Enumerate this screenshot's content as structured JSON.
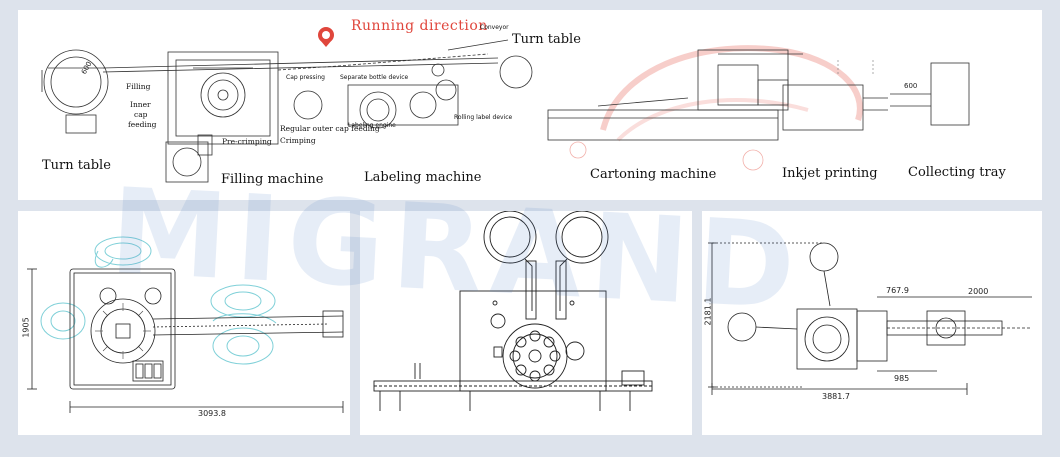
{
  "top": {
    "running_direction": "Running direction",
    "conveyor": "Conveyor",
    "turn_table_top": "Turn table",
    "filling": "Filling",
    "inner_cap": "Inner",
    "inner_cap2": "cap",
    "inner_cap3": "feeding",
    "cap_pressing": "Cap pressing",
    "separate_bottle": "Separate bottle device",
    "labeling_engine": "Labeling engine",
    "rolling_label": "Rolling label device",
    "regular_outer_cap": "Regular outer cap feeding",
    "crimping": "Crimping",
    "pre_crimping": "Pre-crimping",
    "dim_600": "600",
    "dim_600_b": "600",
    "station_turn_table": "Turn table",
    "station_filling": "Filling machine",
    "station_labeling": "Labeling machine",
    "station_cartoning": "Cartoning machine",
    "station_inkjet": "Inkjet printing",
    "station_collecting": "Collecting tray"
  },
  "bottom_left": {
    "dim_width": "3093.8",
    "dim_height": "1905"
  },
  "bottom_right": {
    "dim_height": "2181.1",
    "dim_767": "767.9",
    "dim_2000": "2000",
    "dim_985": "985",
    "dim_3881": "3881.7"
  },
  "watermark": "MIGRAND",
  "colors": {
    "accent": "#e0463c",
    "line": "#222222",
    "bg": "#dde3ec",
    "diagram_blue": "#7fd0d8"
  }
}
